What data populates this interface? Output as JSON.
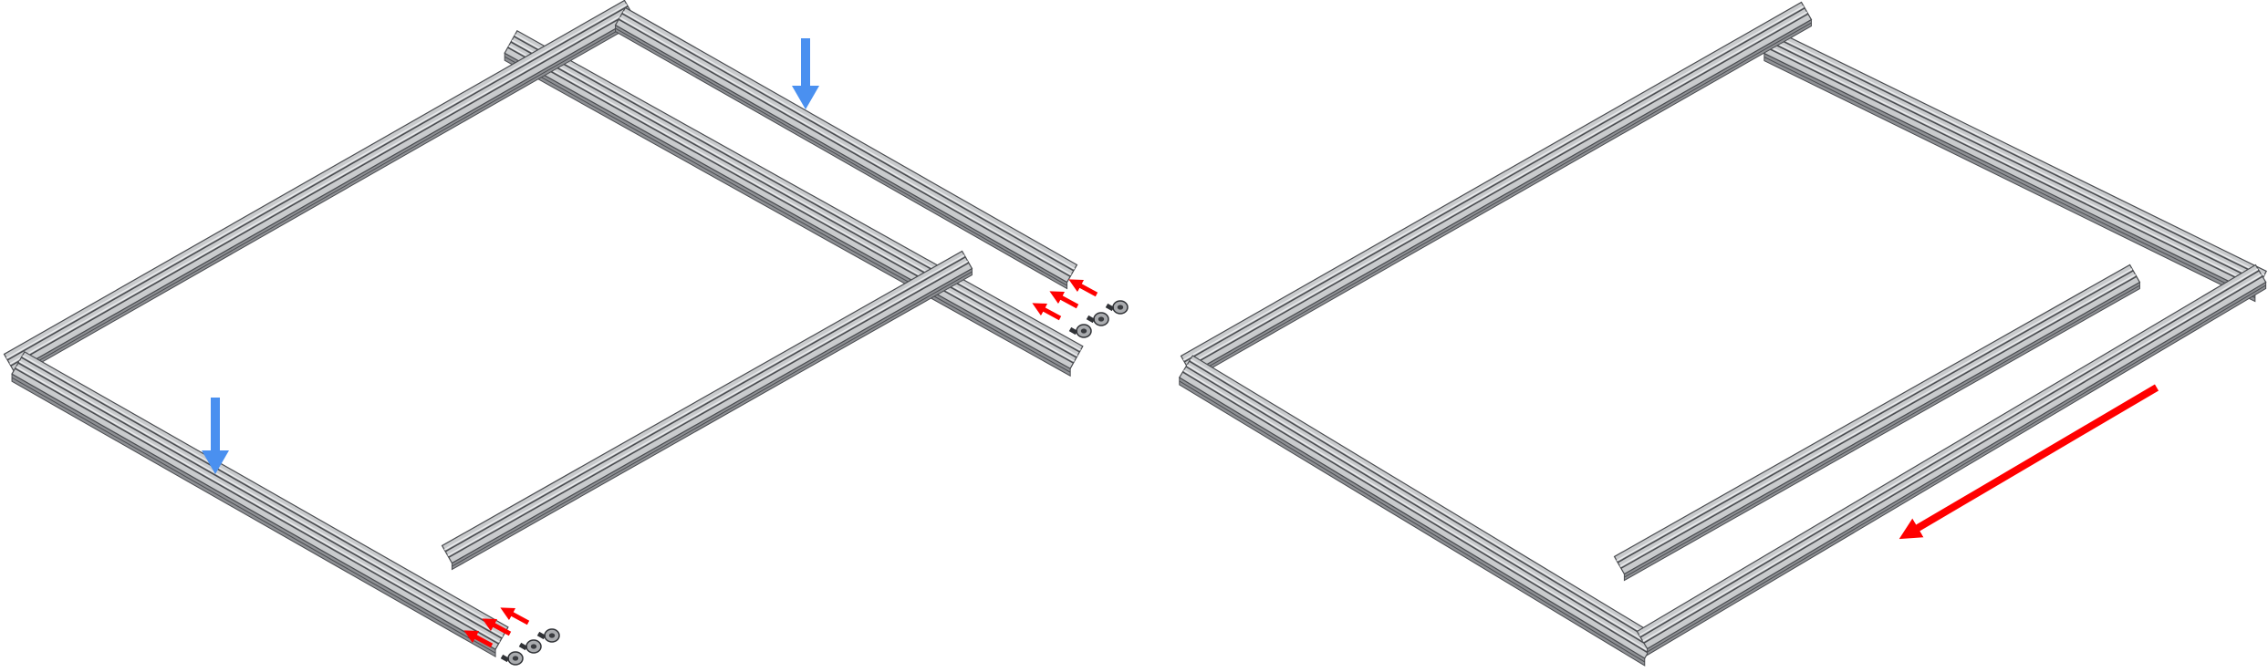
{
  "figure": {
    "panels": [
      {
        "id": "before",
        "step": "insert-screws-and-lower-side-rails",
        "press_arrow_count": 2,
        "screw_count": 6
      },
      {
        "id": "after",
        "step": "slide-frame-into-place",
        "slide_arrow_count": 1
      }
    ],
    "colors": {
      "extrusion_face": "#c9cbcd",
      "extrusion_light": "#ebecee",
      "extrusion_dark": "#8e9094",
      "extrusion_outline": "#4a4c50",
      "press_arrow": "#4a90f0",
      "insert_arrow": "#ff0000",
      "slide_arrow": "#ff0000",
      "screw_body": "#a9abae"
    },
    "icons": [
      "down-arrow-icon",
      "insert-arrow-icon",
      "screw-icon",
      "slide-arrow-icon"
    ]
  }
}
